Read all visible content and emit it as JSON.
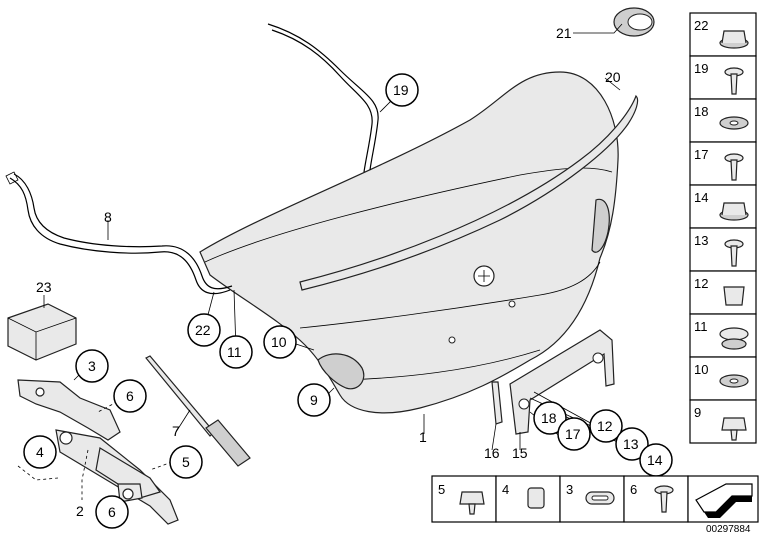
{
  "diagram": {
    "callouts": {
      "c1": "1",
      "c2": "2",
      "c3": "3",
      "c4": "4",
      "c5a": "5",
      "c5b": "5",
      "c6a": "6",
      "c6b": "6",
      "c7": "7",
      "c8": "8",
      "c9": "9",
      "c10": "10",
      "c11": "11",
      "c12": "12",
      "c13": "13",
      "c14": "14",
      "c15": "15",
      "c16": "16",
      "c17": "17",
      "c18": "18",
      "c19": "19",
      "c20": "20",
      "c21": "21",
      "c22": "22",
      "c23": "23"
    },
    "legend_right": [
      "22",
      "19",
      "18",
      "17",
      "14",
      "13",
      "12",
      "11",
      "10",
      "9"
    ],
    "legend_bottom": [
      "5",
      "4",
      "3",
      "6"
    ],
    "drawing_number": "00297884"
  }
}
